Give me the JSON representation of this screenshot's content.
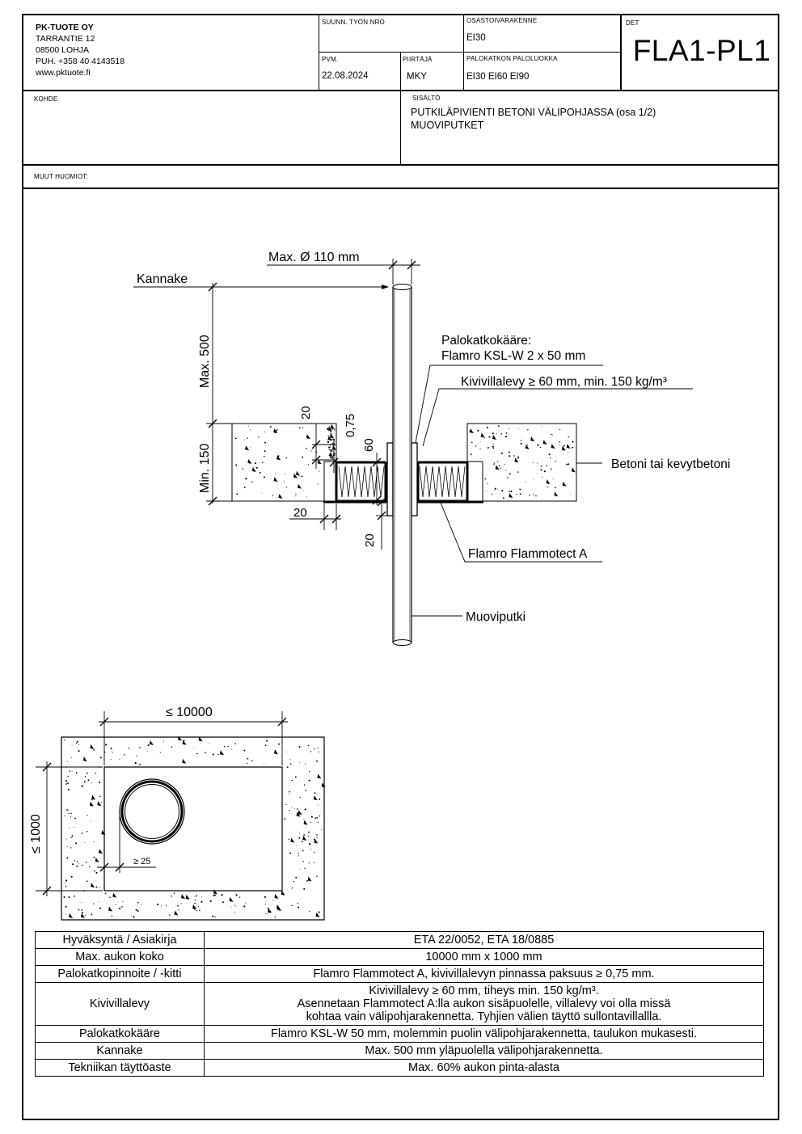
{
  "company": {
    "name": "PK-TUOTE OY",
    "address": "TARRANTIE 12",
    "postal": "08500 LOHJA",
    "phone": "PUH. +358 40 4143518",
    "web": "www.pktuote.fi"
  },
  "titleblock": {
    "work_no_label": "SUUNN. TYÖN NRO",
    "work_no_value": "",
    "structure_label": "OSASTOIVARAKENNE",
    "structure_value": "EI30",
    "det_label": "DET",
    "det_value": "FLA1-PL1",
    "date_label": "PVM.",
    "date_value": "22.08.2024",
    "drawer_label": "PIIRTÄJÄ",
    "drawer_value": "MKY",
    "fire_class_label": "PALOKATKON PALOLUOKKA",
    "fire_class_value": "EI30 EI60 EI90",
    "kohde_label": "KOHDE",
    "kohde_value": "",
    "content_label": "SISÄLTÖ",
    "content_line1": "PUTKILÄPIVIENTI  BETONI VÄLIPOHJASSA (osa 1/2)",
    "content_line2": "MUOVIPUTKET",
    "notes_label": "MUUT HUOMIOT:"
  },
  "section_drawing": {
    "dim_pipe": "Max. Ø 110 mm",
    "label_hanger": "Kannake",
    "dim_max500": "Max. 500",
    "dim_min150": "Min. 150",
    "dim_20_top": "20",
    "dim_075": "0,75",
    "dim_60": "60",
    "dim_20_bottom": "20",
    "dim_20_vertical": "20",
    "label_collar_1": "Palokatkokääre:",
    "label_collar_2": "Flamro KSL-W 2 x 50 mm",
    "label_stonewool": "Kivivillalevy ≥ 60 mm, min. 150 kg/m³",
    "label_concrete": "Betoni tai kevytbetoni",
    "label_coating": "Flamro Flammotect A",
    "label_pipe": "Muoviputki"
  },
  "plan_drawing": {
    "dim_width": "≤ 10000",
    "dim_height": "≤ 1000",
    "dim_gap": "≥ 25"
  },
  "spec_table": [
    {
      "key": "Hyväksyntä / Asiakirja",
      "value": "ETA 22/0052, ETA 18/0885"
    },
    {
      "key": "Max. aukon koko",
      "value": "10000 mm x 1000 mm"
    },
    {
      "key": "Palokatkopinnoite / -kitti",
      "value": "Flamro Flammotect A, kivivillalevyn pinnassa paksuus ≥ 0,75 mm."
    },
    {
      "key": "Kivivillalevy",
      "value_lines": [
        "Kivivillalevy ≥ 60 mm, tiheys min. 150 kg/m³.",
        "Asennetaan Flammotect A:lla aukon sisäpuolelle, villalevy voi olla missä",
        "kohtaa vain välipohjarakennetta. Tyhjien välien täyttö sullontavillallla."
      ]
    },
    {
      "key": "Palokatkokääre",
      "value": "Flamro KSL-W 50 mm, molemmin puolin välipohjarakennetta, taulukon mukasesti."
    },
    {
      "key": "Kannake",
      "value": "Max. 500 mm yläpuolella välipohjarakennetta."
    },
    {
      "key": "Tekniikan täyttöaste",
      "value": "Max. 60% aukon pinta-alasta"
    }
  ]
}
